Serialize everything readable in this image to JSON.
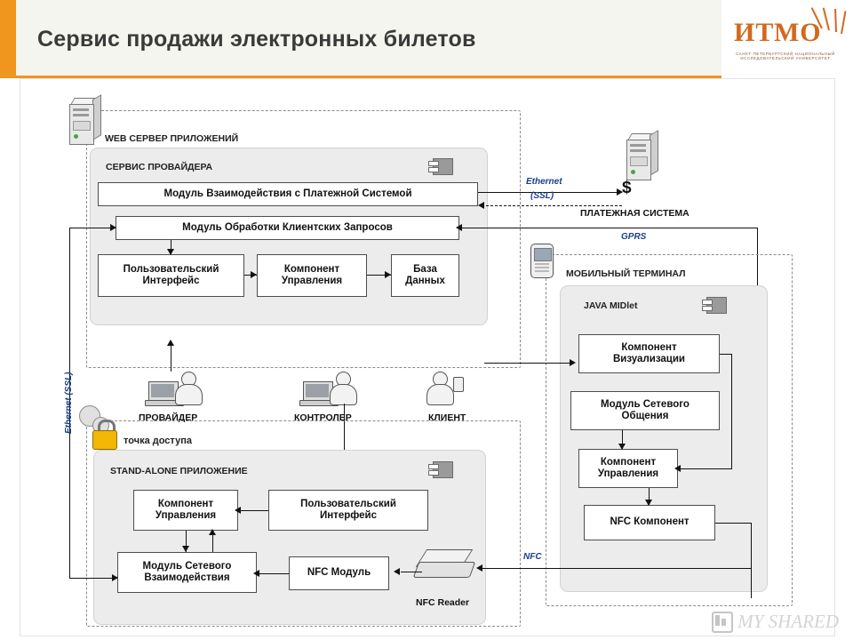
{
  "header": {
    "title": "Сервис продажи электронных билетов",
    "logo_text": "ИТМО",
    "logo_sub": "САНКТ-ПЕТЕРБУРГСКИЙ НАЦИОНАЛЬНЫЙ ИССЛЕДОВАТЕЛЬСКИЙ УНИВЕРСИТЕТ"
  },
  "diagram": {
    "panels": {
      "web_server": "WEB СЕРВЕР ПРИЛОЖЕНИЙ",
      "provider_service": "СЕРВИС ПРОВАЙДЕРА",
      "mobile_terminal": "МОБИЛЬНЫЙ ТЕРМИНАЛ",
      "java_midlet": "JAVA MIDlet",
      "access_point": "точка доступа",
      "stand_alone": "STAND-ALONE ПРИЛОЖЕНИЕ"
    },
    "boxes": {
      "payment_module": "Модуль Взаимодействия с Платежной Системой",
      "client_requests_module": "Модуль Обработки Клиентских Запросов",
      "user_interface_web": "Пользовательский\nИнтерфейс",
      "control_component_web": "Компонент\nУправления",
      "database": "База\nДанных",
      "visualization_component": "Компонент\nВизуализации",
      "network_communication_module": "Модуль Сетевого\nОбщения",
      "control_component_mobile": "Компонент\nУправления",
      "nfc_component": "NFC Компонент",
      "control_component_ap": "Компонент\nУправления",
      "user_interface_ap": "Пользовательский\nИнтерфейс",
      "network_interaction_module": "Модуль Сетевого\nВзаимодействия",
      "nfc_module": "NFC Модуль"
    },
    "actors": {
      "provider": "ПРОВАЙДЕР",
      "controller": "КОНТРОЛЕР",
      "client": "КЛИЕНТ"
    },
    "nodes": {
      "payment_system": "ПЛАТЕЖНАЯ СИСТЕМА",
      "nfc_reader": "NFC Reader"
    },
    "links": {
      "ethernet_ssl_top_1": "Ethernet",
      "ethernet_ssl_top_2": "(SSL)",
      "gprs": "GPRS",
      "nfc": "NFC",
      "ethernet_ssl_left": "Ethernet (SSL)"
    }
  },
  "watermark": {
    "text": "MY SHARED"
  },
  "colors": {
    "accent": "#f0951d",
    "panel": "#ececec",
    "link_label": "#1a3e8c",
    "logo": "#d2691e"
  }
}
